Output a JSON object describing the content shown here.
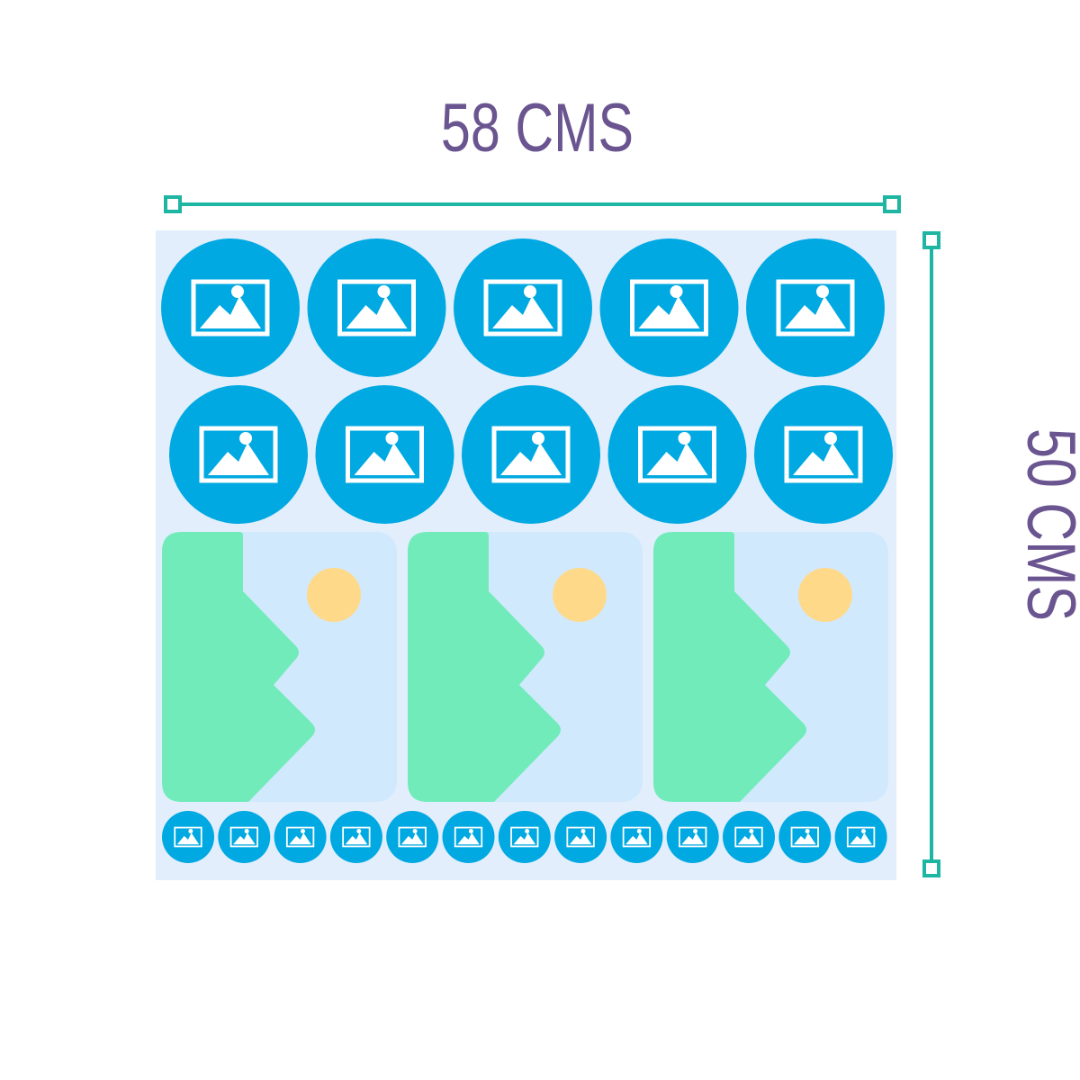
{
  "dimensions": {
    "width_label": "58 CMS",
    "height_label": "50 CMS"
  },
  "sheet": {
    "large_sticker_rows": 2,
    "large_stickers_per_row": 5,
    "card_count": 3,
    "small_sticker_count": 13
  },
  "icons": {
    "sticker": "image-placeholder-icon",
    "card": "landscape-picture-icon"
  },
  "colors": {
    "label": "#6a5590",
    "ruler": "#1fb5a3",
    "sheet": "#e2eefc",
    "sticker": "#00a9e2",
    "card": "#d1e9fc",
    "mountain": "#72ebbb",
    "sun": "#ffd98a",
    "icon": "#ffffff"
  }
}
